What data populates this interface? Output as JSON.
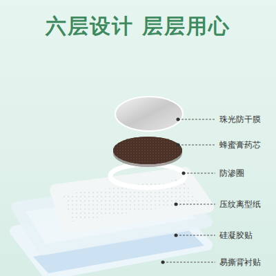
{
  "diagram": {
    "title": "六层设计 层层用心",
    "labels": [
      "珠光防干膜",
      "蜂蜜膏药芯",
      "防渗圈",
      "压纹离型纸",
      "硅凝胶贴",
      "易撕背衬贴"
    ]
  }
}
